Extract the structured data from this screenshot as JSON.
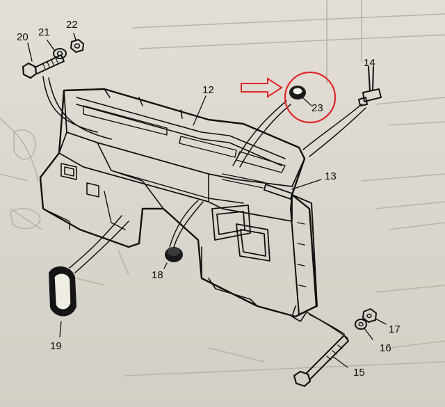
{
  "callouts": {
    "c12": "12",
    "c13": "13",
    "c14": "14",
    "c15": "15",
    "c16": "16",
    "c17": "17",
    "c18": "18",
    "c19": "19",
    "c20": "20",
    "c21": "21",
    "c22": "22",
    "c23": "23"
  },
  "highlight": {
    "color": "#e0262a",
    "target": "23"
  }
}
